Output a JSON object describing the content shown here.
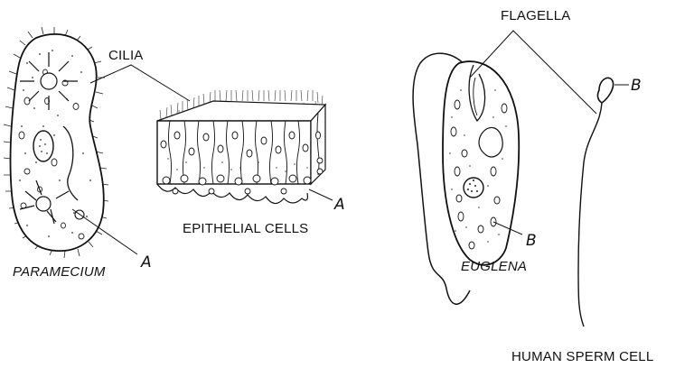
{
  "labels": {
    "cilia": "CILIA",
    "flagella": "FLAGELLA",
    "paramecium": "PARAMECIUM",
    "epithelial": "EPITHELIAL CELLS",
    "euglena": "EUGLENA",
    "sperm": "HUMAN SPERM CELL",
    "marker_a": "A",
    "marker_b": "B"
  }
}
